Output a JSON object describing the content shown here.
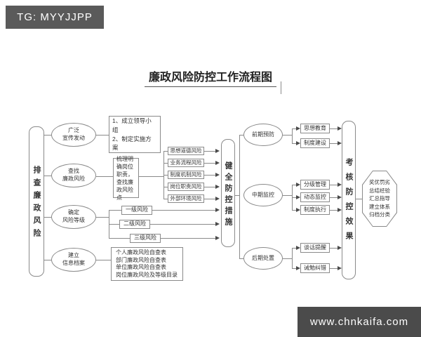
{
  "watermarks": {
    "header_badge": "TG: MYYJJPP",
    "footer_site": "www.chnkaifa.com"
  },
  "colors": {
    "badge_bg": "#5a5a5a",
    "footer_bg": "#4b4b4b",
    "line": "#8a8a8a"
  },
  "diagram": {
    "title": "廉政风险防控工作流程图",
    "bars": {
      "left": "排查廉政风险",
      "middle": "健全防控措施",
      "right": "考核防控效果"
    },
    "left_section": {
      "ellipses": [
        {
          "label": "广泛\n宣传发动"
        },
        {
          "label": "查找\n廉政风险"
        },
        {
          "label": "确定\n风险等级"
        },
        {
          "label": "建立\n信息档案"
        }
      ],
      "lead_box": "1、成立领导小组\n2、制定实施方案",
      "sort_box": "梳理明确岗位职责，查找廉政风险点",
      "risk_boxes": [
        "思想道德风险",
        "业务流程风险",
        "制度机制风险",
        "岗位职责风险",
        "外部环境风险"
      ],
      "level_boxes": [
        "一级风险",
        "二级风险",
        "三级风险"
      ],
      "archive_box": "个人廉政风险自查表\n部门廉政风险自查表\n单位廉政风险自查表\n岗位廉政风险及等级目录"
    },
    "right_section": {
      "ellipses": [
        "前期预防",
        "中期监控",
        "后期处置"
      ],
      "prevention_boxes": [
        "思想教育",
        "制度建设"
      ],
      "monitor_boxes": [
        "分级管理",
        "动态监控",
        "制度执行"
      ],
      "disposal_boxes": [
        "谈话提醒",
        "诫勉纠错"
      ],
      "octagon": "奖优罚劣\n总结经验\n汇总指导\n建立体系\n归档分类"
    }
  }
}
